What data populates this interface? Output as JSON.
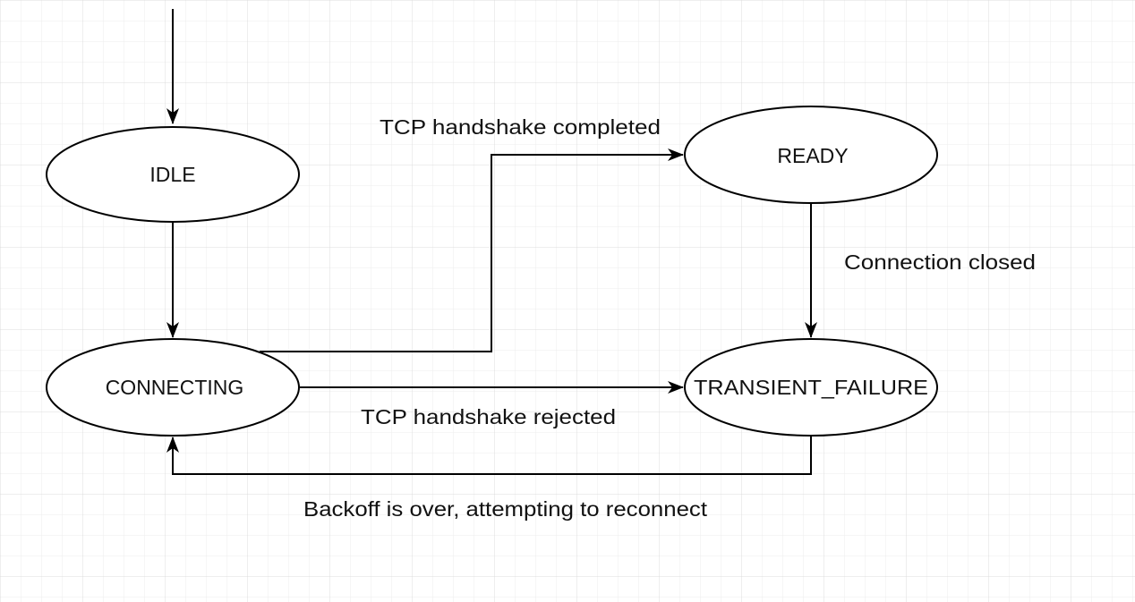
{
  "diagram": {
    "type": "state-machine",
    "colors": {
      "background": "#ffffff",
      "grid_minor": "#ececec",
      "grid_major": "#dcdcdc",
      "stroke": "#000000",
      "text": "#111111",
      "node_fill": "#ffffff"
    },
    "nodes": {
      "idle": "IDLE",
      "connecting": "CONNECTING",
      "ready": "READY",
      "transient_failure": "TRANSIENT_FAILURE"
    },
    "edges": {
      "tcp_completed": "TCP handshake completed",
      "tcp_rejected": "TCP handshake rejected",
      "connection_closed": "Connection closed",
      "backoff_over": "Backoff is over, attempting to reconnect"
    }
  }
}
